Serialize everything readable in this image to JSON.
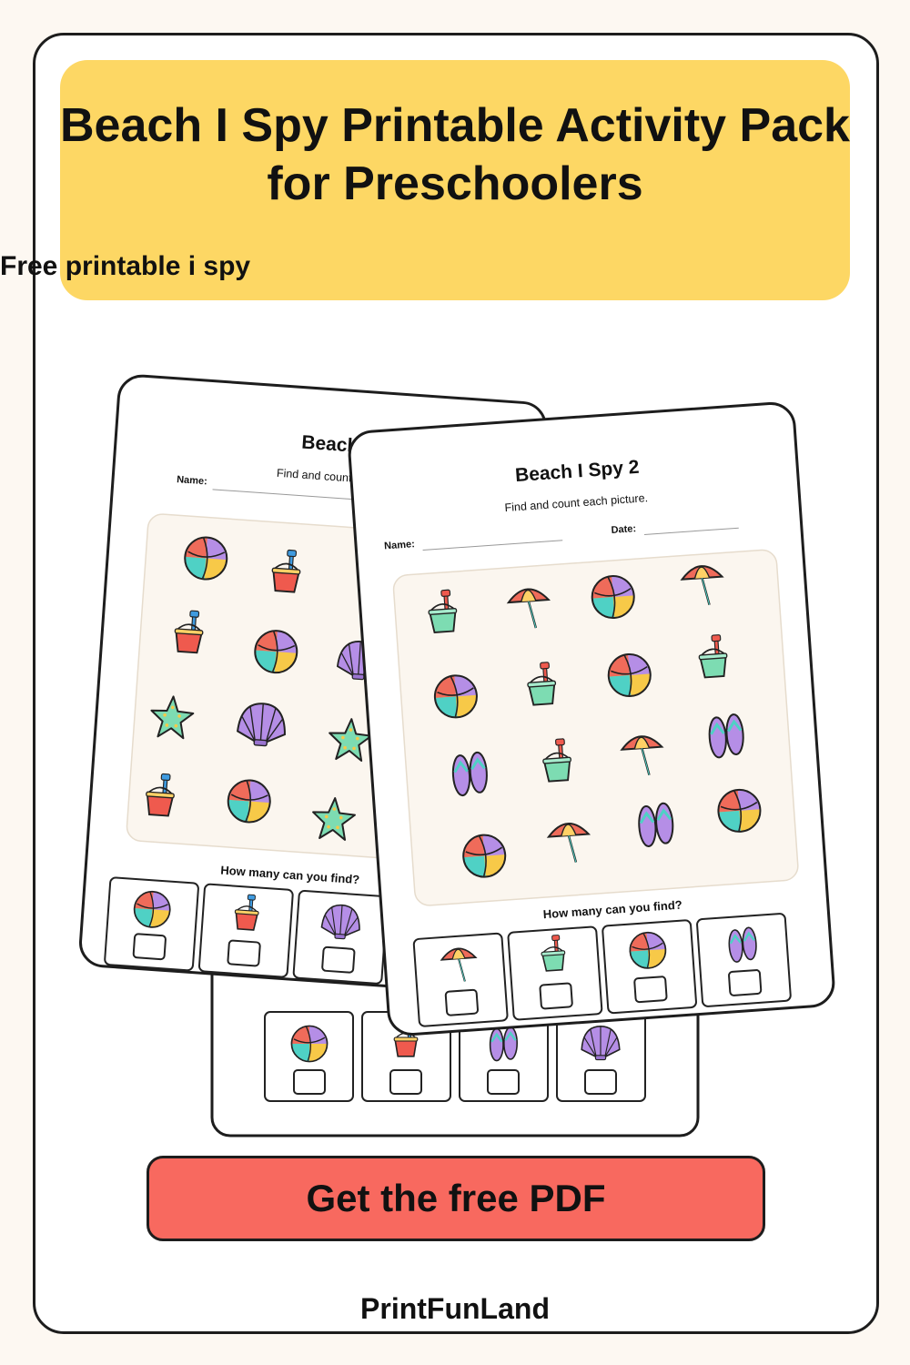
{
  "banner": {
    "title": "Beach I Spy Printable Activity Pack for Preschoolers",
    "subtitle": "Free printable i spy"
  },
  "worksheet_front": {
    "title": "Beach I Spy 2",
    "instructions": "Find and count each picture.",
    "name_label": "Name:",
    "date_label": "Date:",
    "prompt": "How many can you find?"
  },
  "worksheet_back": {
    "title": "Beach",
    "instructions": "Find and count",
    "name_label": "Name:",
    "prompt": "How many can you find?"
  },
  "icons": {
    "beach_ball": "beach-ball-icon",
    "sand_bucket": "sand-bucket-icon",
    "umbrella": "beach-umbrella-icon",
    "flip_flops": "flip-flops-icon",
    "starfish": "starfish-icon",
    "seashell": "seashell-icon"
  },
  "cta": {
    "label": "Get the free PDF"
  },
  "footer": {
    "brand": "PrintFunLand"
  },
  "colors": {
    "banner": "#fdd764",
    "cta": "#f8695f",
    "background": "#fdf8f2",
    "grid_panel": "#fbf6ef"
  }
}
